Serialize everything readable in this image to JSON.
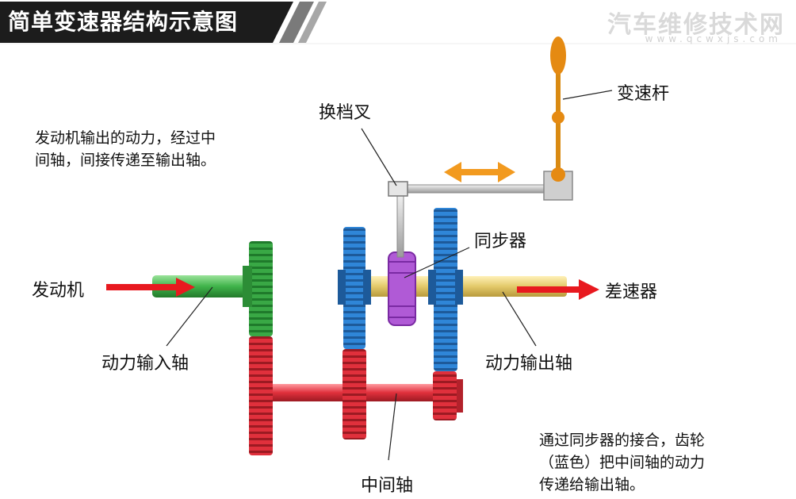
{
  "title": "简单变速器结构示意图",
  "watermark": {
    "name": "汽车维修技术网",
    "url": "www.qcwxjs.com"
  },
  "labels": {
    "shift_lever": "变速杆",
    "shift_fork": "换档叉",
    "synchronizer": "同步器",
    "engine": "发动机",
    "differential": "差速器",
    "input_shaft": "动力输入轴",
    "output_shaft": "动力输出轴",
    "countershaft": "中间轴"
  },
  "notes": {
    "top_left_line1": "发动机输出的动力，经过中",
    "top_left_line2": "间轴，间接传递至输出轴。",
    "bottom_right_line1": "通过同步器的接合，齿轮",
    "bottom_right_line2": "（蓝色）把中间轴的动力",
    "bottom_right_line3": "传递给输出轴。"
  },
  "colors": {
    "input_gear": "#39a845",
    "counter_gear": "#e0303c",
    "output_gear": "#2f86d8",
    "synchronizer": "#b05ad6",
    "output_shaft": "#e3c96a",
    "arrow": "#e8191f",
    "shift_arrow": "#f29a1f",
    "lever": "#d98a12"
  }
}
